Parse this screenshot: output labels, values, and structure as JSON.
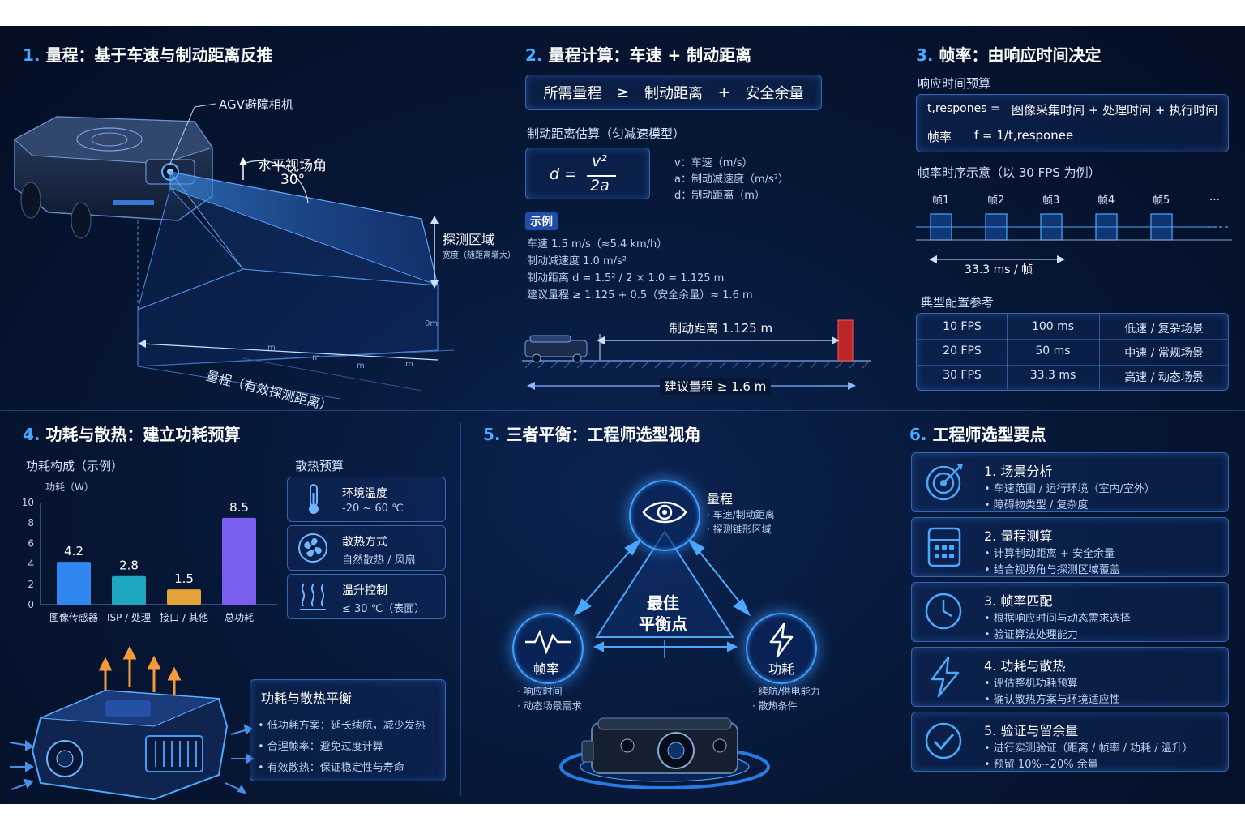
{
  "p1": {
    "num": "1.",
    "title": "量程：基于车速与制动距离反推",
    "camera_label": "AGV避障相机",
    "fov_label": "水平视场角",
    "fov_value": "30°",
    "zone_label": "探测区域",
    "zone_sub": "宽度（随距离增大）",
    "range_label": "量程（有效探测距离）",
    "tick_labels": [
      "0m",
      "m",
      "m",
      "m",
      "m"
    ]
  },
  "p2": {
    "num": "2.",
    "title": "量程计算：车速 + 制动距离",
    "inequality": [
      "所需量程",
      "≥",
      "制动距离",
      "+",
      "安全余量"
    ],
    "brake_est_label": "制动距离估算（匀减速模型）",
    "formula_lhs": "d =",
    "formula_num": "v²",
    "formula_den": "2a",
    "legend": [
      "v：车速（m/s）",
      "a：制动减速度（m/s²）",
      "d：制动距离（m）"
    ],
    "example_tag": "示例",
    "example_lines": [
      "车速 1.5 m/s（≈5.4 km/h）",
      "制动减速度 1.0 m/s²",
      "制动距离 d = 1.5² / 2 × 1.0 = 1.125 m",
      "建议量程 ≥ 1.125 + 0.5（安全余量）≈ 1.6 m"
    ],
    "brake_arrow_label": "制动距离 1.125 m",
    "range_arrow_label": "建议量程 ≥ 1.6 m"
  },
  "p3": {
    "num": "3.",
    "title": "帧率：由响应时间决定",
    "budget_label": "响应时间预算",
    "budget_eq_lhs": "t,respones =",
    "budget_eq_rhs": "图像采集时间 + 处理时间 + 执行时间",
    "fps_label": "帧率",
    "fps_eq": "f = 1/t,responee",
    "timing_label": "帧率时序示意（以 30 FPS 为例）",
    "frames": [
      "帧1",
      "帧2",
      "帧3",
      "帧4",
      "帧5",
      "…"
    ],
    "period_label": "33.3 ms / 帧",
    "config_label": "典型配置参考",
    "config_rows": [
      [
        "10 FPS",
        "100 ms",
        "低速 / 复杂场景"
      ],
      [
        "20 FPS",
        "50 ms",
        "中速 / 常规场景"
      ],
      [
        "30 FPS",
        "33.3 ms",
        "高速 / 动态场景"
      ]
    ]
  },
  "p4": {
    "num": "4.",
    "title": "功耗与散热：建立功耗预算",
    "chart_title": "功耗构成（示例）",
    "heat_title": "散热预算",
    "heat_items": [
      {
        "title": "环境温度",
        "value": "-20 ~ 60 ℃",
        "icon": "thermometer-icon"
      },
      {
        "title": "散热方式",
        "value": "自然散热 / 风扇",
        "icon": "fan-icon"
      },
      {
        "title": "温升控制",
        "value": "≤ 30 ℃（表面）",
        "icon": "heat-waves-icon"
      }
    ],
    "balance_title": "功耗与散热平衡",
    "balance_items": [
      "• 低功耗方案：延长续航，减少发热",
      "• 合理帧率：避免过度计算",
      "• 有效散热：保证稳定性与寿命"
    ]
  },
  "chart_data": {
    "type": "bar",
    "title": "功耗构成（示例）",
    "ylabel": "功耗（W）",
    "categories": [
      "图像传感器",
      "ISP / 处理",
      "接口 / 其他",
      "总功耗"
    ],
    "values": [
      4.2,
      2.8,
      1.5,
      8.5
    ],
    "colors": [
      "#2f86f0",
      "#1fa6c0",
      "#e2a238",
      "#7b5ff0"
    ],
    "ylim": [
      0,
      10
    ],
    "yticks": [
      0,
      2,
      4,
      6,
      8,
      10
    ],
    "grid": false
  },
  "p5": {
    "num": "5.",
    "title": "三者平衡：工程师选型视角",
    "center": [
      "最佳",
      "平衡点"
    ],
    "range_node": {
      "title": "量程",
      "items": [
        "· 车速/制动距离",
        "· 探测锥形区域"
      ]
    },
    "fps_node": {
      "title": "帧率",
      "items": [
        "· 响应时间",
        "· 动态场景需求"
      ]
    },
    "power_node": {
      "title": "功耗",
      "items": [
        "· 续航/供电能力",
        "· 散热条件"
      ]
    }
  },
  "p6": {
    "num": "6.",
    "title": "工程师选型要点",
    "items": [
      {
        "title": "1. 场景分析",
        "lines": [
          "• 车速范围 / 运行环境（室内/室外）",
          "• 障碍物类型 / 复杂度"
        ],
        "icon": "target-icon"
      },
      {
        "title": "2. 量程测算",
        "lines": [
          "• 计算制动距离 + 安全余量",
          "• 结合视场角与探测区域覆盖"
        ],
        "icon": "calculator-icon"
      },
      {
        "title": "3. 帧率匹配",
        "lines": [
          "• 根据响应时间与动态需求选择",
          "• 验证算法处理能力"
        ],
        "icon": "clock-icon"
      },
      {
        "title": "4. 功耗与散热",
        "lines": [
          "• 评估整机功耗预算",
          "• 确认散热方案与环境适应性"
        ],
        "icon": "lightning-icon"
      },
      {
        "title": "5. 验证与留余量",
        "lines": [
          "• 进行实测验证（距离 / 帧率 / 功耗 / 温升）",
          "• 预留 10%~20% 余量"
        ],
        "icon": "check-circle-icon"
      }
    ]
  }
}
